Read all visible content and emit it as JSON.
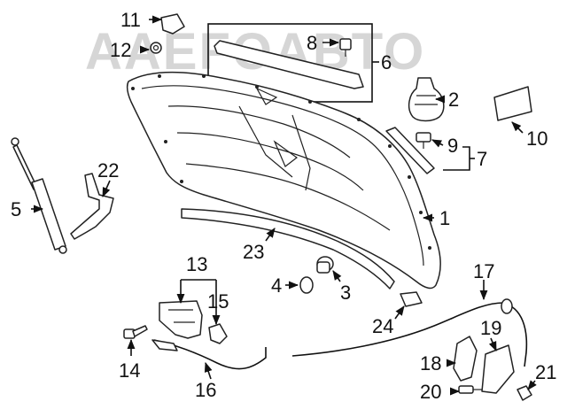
{
  "watermark": "AAEFOABTO",
  "callouts": [
    {
      "id": "c1",
      "text": "1"
    },
    {
      "id": "c2",
      "text": "2"
    },
    {
      "id": "c3",
      "text": "3"
    },
    {
      "id": "c4",
      "text": "4"
    },
    {
      "id": "c5",
      "text": "5"
    },
    {
      "id": "c6",
      "text": "6"
    },
    {
      "id": "c7",
      "text": "7"
    },
    {
      "id": "c8",
      "text": "8"
    },
    {
      "id": "c9",
      "text": "9"
    },
    {
      "id": "c10",
      "text": "10"
    },
    {
      "id": "c11",
      "text": "11"
    },
    {
      "id": "c12",
      "text": "12"
    },
    {
      "id": "c13",
      "text": "13"
    },
    {
      "id": "c14",
      "text": "14"
    },
    {
      "id": "c15",
      "text": "15"
    },
    {
      "id": "c16",
      "text": "16"
    },
    {
      "id": "c17",
      "text": "17"
    },
    {
      "id": "c18",
      "text": "18"
    },
    {
      "id": "c19",
      "text": "19"
    },
    {
      "id": "c20",
      "text": "20"
    },
    {
      "id": "c21",
      "text": "21"
    },
    {
      "id": "c22",
      "text": "22"
    },
    {
      "id": "c23",
      "text": "23"
    },
    {
      "id": "c24",
      "text": "24"
    }
  ]
}
